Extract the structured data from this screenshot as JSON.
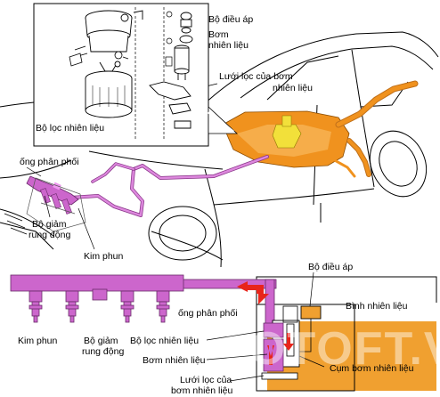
{
  "colors": {
    "pink": "#cc66cc",
    "pink_dark": "#883388",
    "orange": "#f0921e",
    "orange_light": "#f7b455",
    "yellow": "#f2e03a",
    "red_arrow": "#e8251b",
    "tank_fill": "#f0a030",
    "line": "#000000"
  },
  "icons": [
    "fuel-tank-icon",
    "car-outline-icon",
    "fuel-pump-icon",
    "fuel-filter-icon",
    "pressure-regulator-icon",
    "injector-icon",
    "flow-arrow-icon"
  ],
  "top_labels": {
    "pressure_regulator": "Bộ điều áp",
    "fuel_pump_line1": "Bơm",
    "fuel_pump_line2": "nhiên liệu",
    "pump_strainer_line1": "Lưới lọc của bơm",
    "pump_strainer_line2": "nhiên liệu",
    "fuel_filter": "Bộ lọc nhiên liệu",
    "delivery_pipe": "ống phân phối",
    "damper_line1": "Bộ giảm",
    "damper_line2": "rung động",
    "injector": "Kim phun"
  },
  "bottom_labels": {
    "pressure_regulator": "Bộ điều áp",
    "fuel_tank": "Bình nhiên liệu",
    "delivery_pipe": "ống phân phối",
    "injector": "Kim phun",
    "damper_line1": "Bộ giảm",
    "damper_line2": "rung động",
    "fuel_filter": "Bộ lọc nhiên liệu",
    "fuel_pump": "Bơm nhiên liệu",
    "pump_assembly": "Cụm bơm nhiên liệu",
    "pump_strainer_line1": "Lưới lọc của",
    "pump_strainer_line2": "bơm nhiên liệu"
  },
  "watermark": "OTOFT.VN"
}
